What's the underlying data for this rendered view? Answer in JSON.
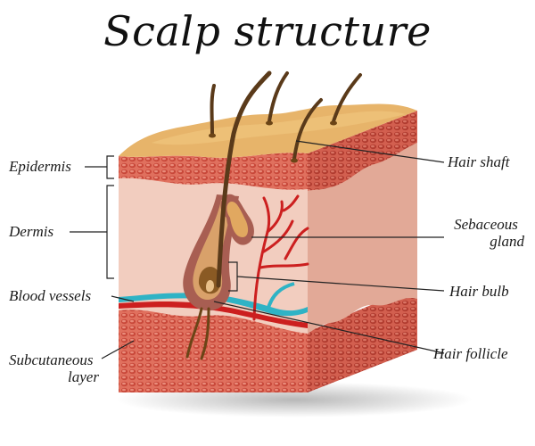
{
  "title": "Scalp structure",
  "labels": {
    "epidermis": "Epidermis",
    "dermis": "Dermis",
    "blood_vessels": "Blood vessels",
    "subcutaneous_line1": "Subcutaneous",
    "subcutaneous_line2": "layer",
    "hair_shaft": "Hair shaft",
    "sebaceous_line1": "Sebaceous",
    "sebaceous_line2": "gland",
    "hair_bulb": "Hair bulb",
    "hair_follicle": "Hair follicle"
  },
  "colors": {
    "scalp_surface": "#e7b46a",
    "epidermis": "#dd6a5a",
    "dermis": "#f0c7ba",
    "dermis_side": "#e2a997",
    "subcutaneous": "#d86451",
    "hair": "#5a3a1a",
    "blood_red": "#cc1f1f",
    "blood_blue": "#2fb3c5",
    "leader_line": "#222222"
  }
}
